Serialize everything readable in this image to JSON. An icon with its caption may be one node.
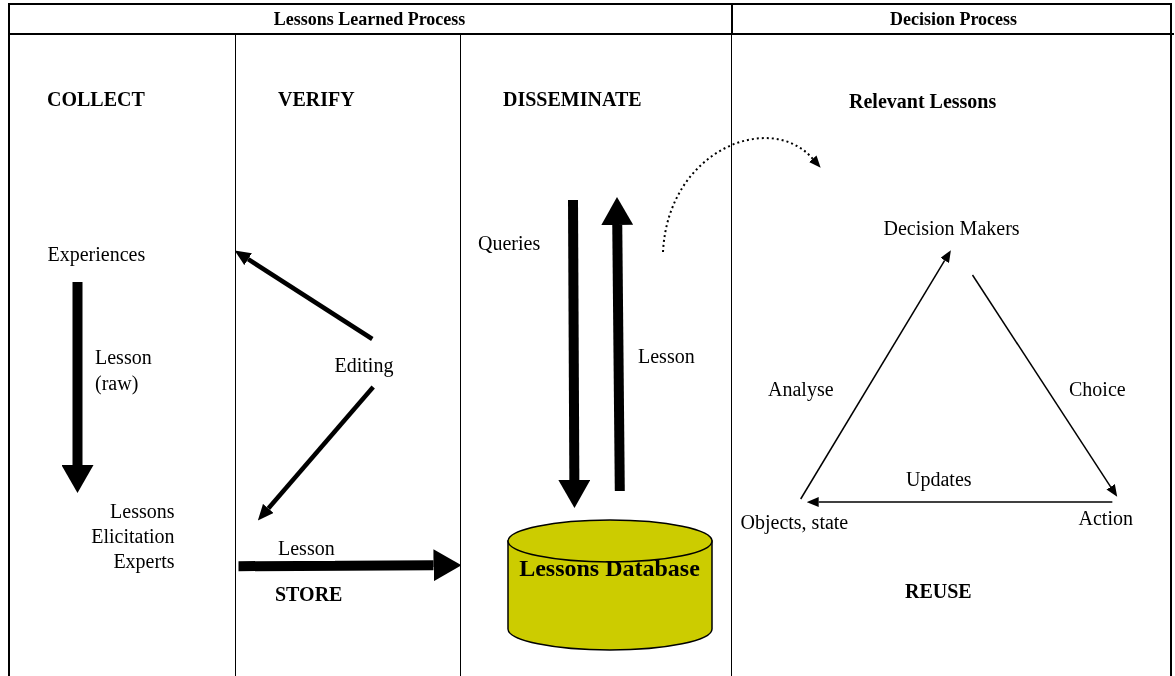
{
  "diagram": {
    "nodes": [
      {
        "text": [
          "COLLECT"
        ]
      },
      {
        "text": [
          "VERIFY"
        ]
      },
      {
        "text": [
          "DISSEMINATE"
        ]
      },
      {
        "text": [
          "Relevant Lessons"
        ]
      },
      {
        "text": [
          "Experiences"
        ],
        "in": 0
      },
      {
        "text": [
          "Lessons Elicitation Experts"
        ],
        "in": 0
      },
      {
        "text": [
          "Editing"
        ],
        "in": 1
      },
      {
        "text": [
          "Lessons Database"
        ],
        "in": 2
      },
      {
        "text": [
          "Decision Makers"
        ],
        "in": 3
      },
      {
        "text": [
          "Objects, state"
        ],
        "in": 3
      },
      {
        "text": [
          "Action"
        ],
        "in": 3
      }
    ],
    "edges": [
      {
        "from": 4,
        "to": 5,
        "arrow": "to",
        "label": "Lesson (raw)",
        "style": "thick"
      },
      {
        "from": 6,
        "to": 4,
        "arrow": "to"
      },
      {
        "from": 6,
        "to": 5,
        "arrow": "to"
      },
      {
        "from": 5,
        "to": 7,
        "arrow": "to",
        "label": "Lesson",
        "style": "thick"
      },
      {
        "from": null,
        "to": 7,
        "arrow": "to",
        "label": "Queries",
        "style": "thick"
      },
      {
        "from": 7,
        "to": null,
        "arrow": "to",
        "label": "Lesson",
        "style": "thick"
      },
      {
        "from": null,
        "to": 3,
        "arrow": "to",
        "style": "dashed"
      },
      {
        "from": 9,
        "to": 8,
        "arrow": "to",
        "label": "Analyse"
      },
      {
        "from": 8,
        "to": 10,
        "arrow": "to",
        "label": "Choice"
      },
      {
        "from": 10,
        "to": 9,
        "arrow": "to",
        "label": "Updates"
      }
    ],
    "labels": [
      "Lessons Learned Process",
      "Decision Process",
      "STORE",
      "REUSE"
    ]
  }
}
